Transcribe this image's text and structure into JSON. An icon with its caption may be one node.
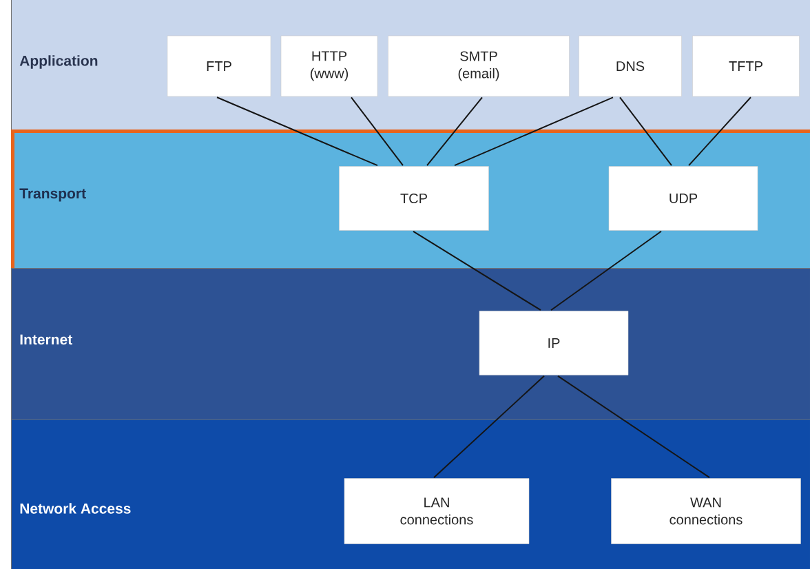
{
  "diagram": {
    "nodes": [
      {
        "text": [
          "Application"
        ]
      },
      {
        "text": [
          "FTP"
        ],
        "in": 0
      },
      {
        "text": [
          "HTTP (www)"
        ],
        "in": 0
      },
      {
        "text": [
          "SMTP (email)"
        ],
        "in": 0
      },
      {
        "text": [
          "DNS"
        ],
        "in": 0
      },
      {
        "text": [
          "TFTP"
        ],
        "in": 0
      },
      {
        "text": [
          "Transport"
        ]
      },
      {
        "text": [
          "TCP"
        ],
        "in": 6
      },
      {
        "text": [
          "UDP"
        ],
        "in": 6
      },
      {
        "text": [
          "Internet"
        ]
      },
      {
        "text": [
          "IP"
        ],
        "in": 9
      },
      {
        "text": [
          "Network Access"
        ]
      },
      {
        "text": [
          "LAN connections"
        ],
        "in": 11
      },
      {
        "text": [
          "WAN connections"
        ],
        "in": 11
      }
    ],
    "edges": [
      {
        "from": 1,
        "to": 7,
        "arrow": "none"
      },
      {
        "from": 2,
        "to": 7,
        "arrow": "none"
      },
      {
        "from": 3,
        "to": 7,
        "arrow": "none"
      },
      {
        "from": 4,
        "to": 7,
        "arrow": "none"
      },
      {
        "from": 4,
        "to": 8,
        "arrow": "none"
      },
      {
        "from": 5,
        "to": 8,
        "arrow": "none"
      },
      {
        "from": 7,
        "to": 10,
        "arrow": "none"
      },
      {
        "from": 8,
        "to": 10,
        "arrow": "none"
      },
      {
        "from": 10,
        "to": 12,
        "arrow": "none"
      },
      {
        "from": 10,
        "to": 13,
        "arrow": "none"
      }
    ]
  }
}
